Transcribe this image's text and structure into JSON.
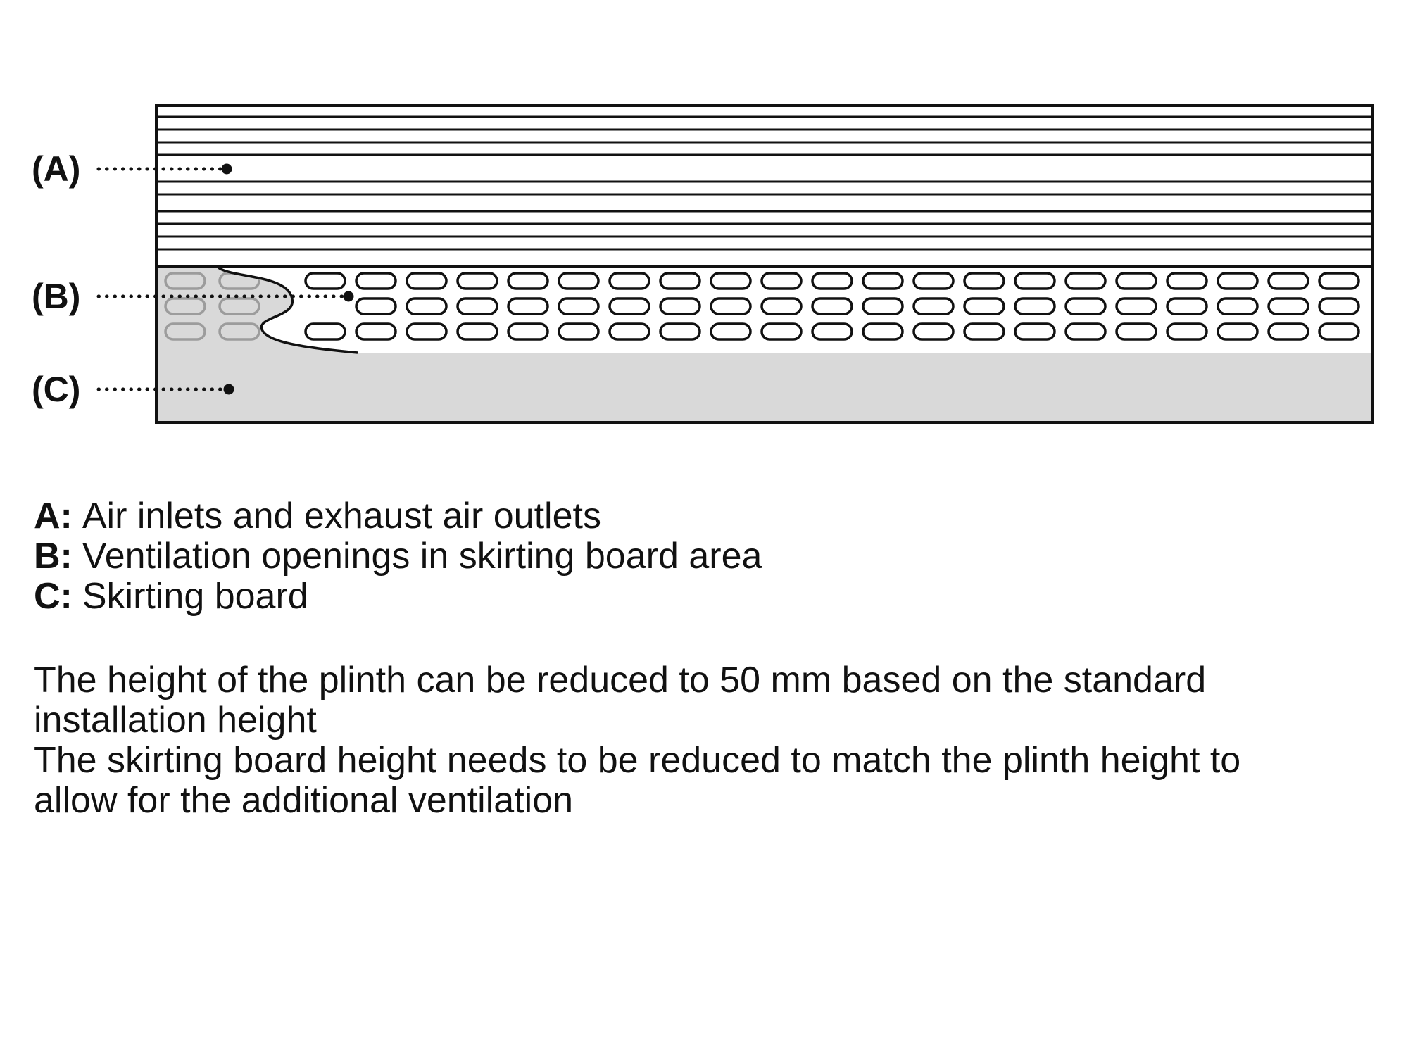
{
  "diagram": {
    "labels": {
      "a": "(A)",
      "b": "(B)",
      "c": "(C)"
    }
  },
  "legend": {
    "items": [
      {
        "key": "A:",
        "text": "Air inlets and exhaust air outlets"
      },
      {
        "key": "B:",
        "text": "Ventilation openings in skirting board area"
      },
      {
        "key": "C:",
        "text": "Skirting board"
      }
    ]
  },
  "notes": {
    "paragraphs": [
      "The height of the plinth can be reduced to 50 mm based on the standard installation height",
      "The skirting board height needs to be reduced to match the plinth height to allow for the additional ventilation"
    ]
  },
  "colors": {
    "background": "#ffffff",
    "skirting_gray": "#d9d9d9",
    "hidden_slot_gray": "#9c9c9c",
    "line_black": "#111111"
  }
}
